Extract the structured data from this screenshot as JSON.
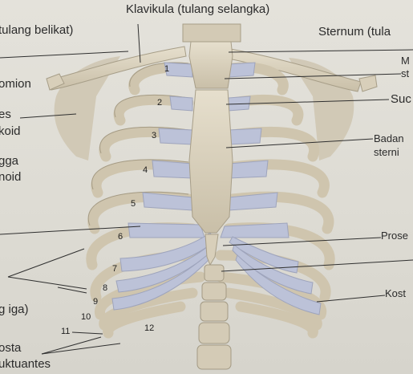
{
  "labels": {
    "clavicle": "Klavikula (tulang selangka)",
    "scapula": "tulang belikat)",
    "sternum": "Sternum (tula",
    "manubrium_a": "M",
    "manubrium_b": "st",
    "acromion": "omion",
    "coracoid_a": "es",
    "coracoid_b": "koid",
    "glenoid_a": "gga",
    "glenoid_b": "noid",
    "sternal_angle": "Suc",
    "body_a": "Badan",
    "body_b": "sterni",
    "xiphoid": "Prose",
    "costal": "Kost",
    "true_ribs": "g iga)",
    "floating_a": "osta",
    "floating_b": "uktuantes"
  },
  "rib_numbers": [
    "1",
    "2",
    "3",
    "4",
    "5",
    "6",
    "7",
    "8",
    "9",
    "10",
    "11",
    "12"
  ],
  "colors": {
    "bone": "#d9d1bd",
    "cartilage": "#b9bfd6",
    "background": "#dedcd4"
  }
}
